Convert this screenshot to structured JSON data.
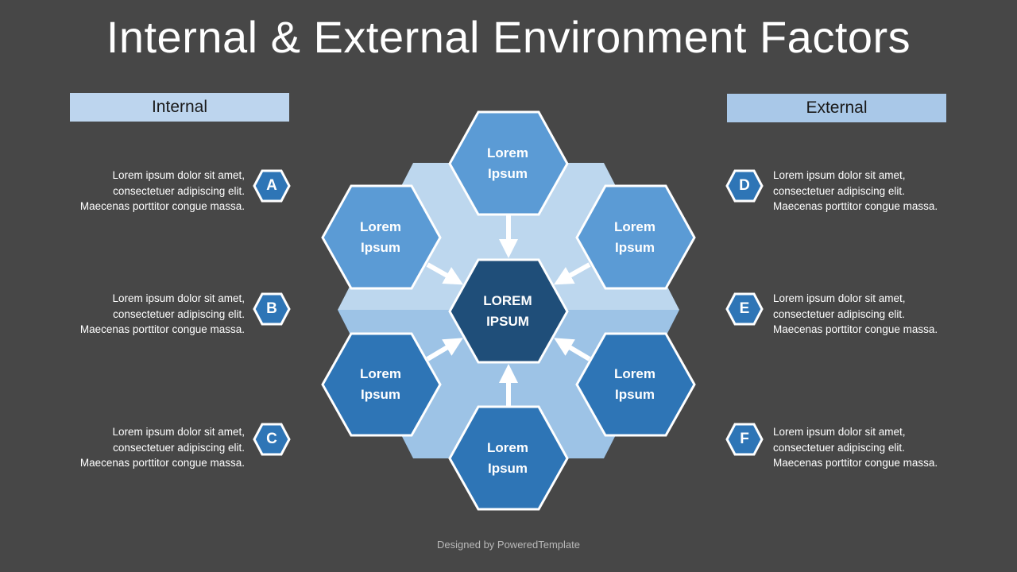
{
  "title": "Internal & External Environment Factors",
  "internal_header": "Internal",
  "external_header": "External",
  "center_label": {
    "line1": "LOREM",
    "line2": "IPSUM"
  },
  "hexes": [
    {
      "line1": "Lorem",
      "line2": "Ipsum"
    },
    {
      "line1": "Lorem",
      "line2": "Ipsum"
    },
    {
      "line1": "Lorem",
      "line2": "Ipsum"
    },
    {
      "line1": "Lorem",
      "line2": "Ipsum"
    },
    {
      "line1": "Lorem",
      "line2": "Ipsum"
    },
    {
      "line1": "Lorem",
      "line2": "Ipsum"
    }
  ],
  "factors": [
    {
      "letter": "A",
      "text": "Lorem ipsum dolor sit amet, consectetuer adipiscing elit. Maecenas porttitor congue massa."
    },
    {
      "letter": "B",
      "text": "Lorem ipsum dolor sit amet, consectetuer adipiscing elit. Maecenas porttitor congue massa."
    },
    {
      "letter": "C",
      "text": "Lorem ipsum dolor sit amet, consectetuer adipiscing elit. Maecenas porttitor congue massa."
    },
    {
      "letter": "D",
      "text": "Lorem ipsum dolor sit amet, consectetuer adipiscing elit. Maecenas porttitor congue massa."
    },
    {
      "letter": "E",
      "text": "Lorem ipsum dolor sit amet, consectetuer adipiscing elit. Maecenas porttitor congue massa."
    },
    {
      "letter": "F",
      "text": "Lorem ipsum dolor sit amet, consectetuer adipiscing elit. Maecenas porttitor congue massa."
    }
  ],
  "footer": "Designed by PoweredTemplate",
  "colors": {
    "background": "#474747",
    "center_hex": "#1f4e79",
    "upper_hex": "#5b9bd5",
    "lower_hex": "#2e75b6",
    "light_band": "#bdd7ee",
    "mid_band": "#9dc3e6",
    "badge": "#2e75b6"
  }
}
